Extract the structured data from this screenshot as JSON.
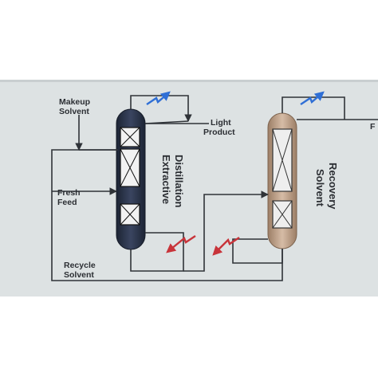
{
  "diagram": {
    "labels": {
      "makeup_solvent": [
        "Makeup",
        "Solvent"
      ],
      "fresh_feed": [
        "Fresh",
        "Feed"
      ],
      "recycle_solvent": [
        "Recycle",
        "Solvent"
      ],
      "light_product": [
        "Light",
        "Product"
      ],
      "column1_name": [
        "Extractive",
        "Distillation"
      ],
      "column2_name": [
        "Solvent",
        "Recovery"
      ],
      "cut_off_right": "F"
    },
    "colors": {
      "background": "#dde2e3",
      "line": "#2f3338",
      "column1_body": "#2b3447",
      "column2_body": "#b79a82",
      "condenser_arrow": "#2f6fd6",
      "reboiler_arrow": "#c8343a",
      "packing_fill": "#f2f2f2"
    }
  }
}
